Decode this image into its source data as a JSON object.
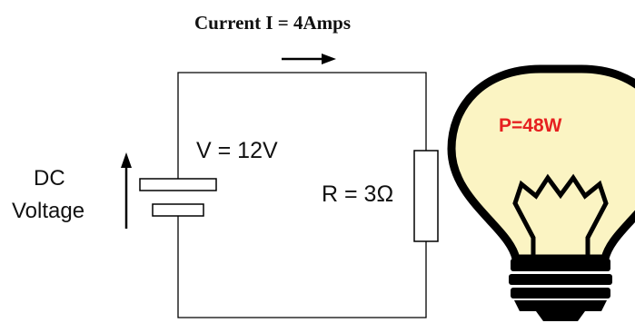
{
  "current_label": "Current I = 4Amps",
  "source": {
    "label_line1": "DC",
    "label_line2": "Voltage",
    "voltage_label": "V = 12V"
  },
  "resistor": {
    "label": "R = 3Ω"
  },
  "bulb": {
    "power_label": "P=48W",
    "power_color": "#e62020",
    "glass_fill": "#fbf4c3"
  }
}
